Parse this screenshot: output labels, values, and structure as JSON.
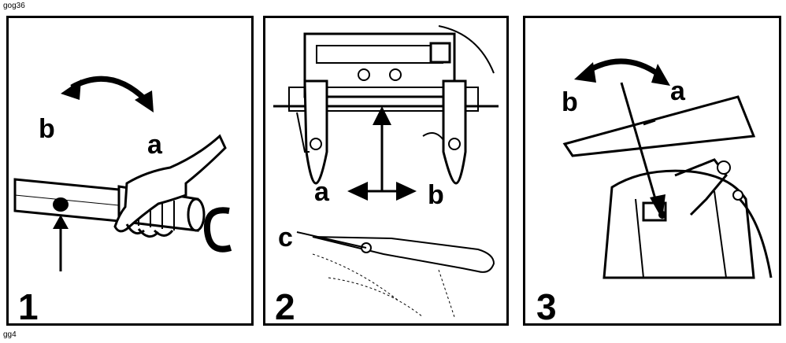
{
  "figure_codes": {
    "top": "gog36",
    "bottom": "gg4"
  },
  "panels": [
    {
      "number": "1",
      "labels": {
        "a": "a",
        "b": "b",
        "c": "C"
      }
    },
    {
      "number": "2",
      "labels": {
        "a": "a",
        "b": "b",
        "c": "c"
      }
    },
    {
      "number": "3",
      "labels": {
        "a": "a",
        "b": "b"
      }
    }
  ],
  "colors": {
    "line": "#000000",
    "background": "#ffffff"
  }
}
